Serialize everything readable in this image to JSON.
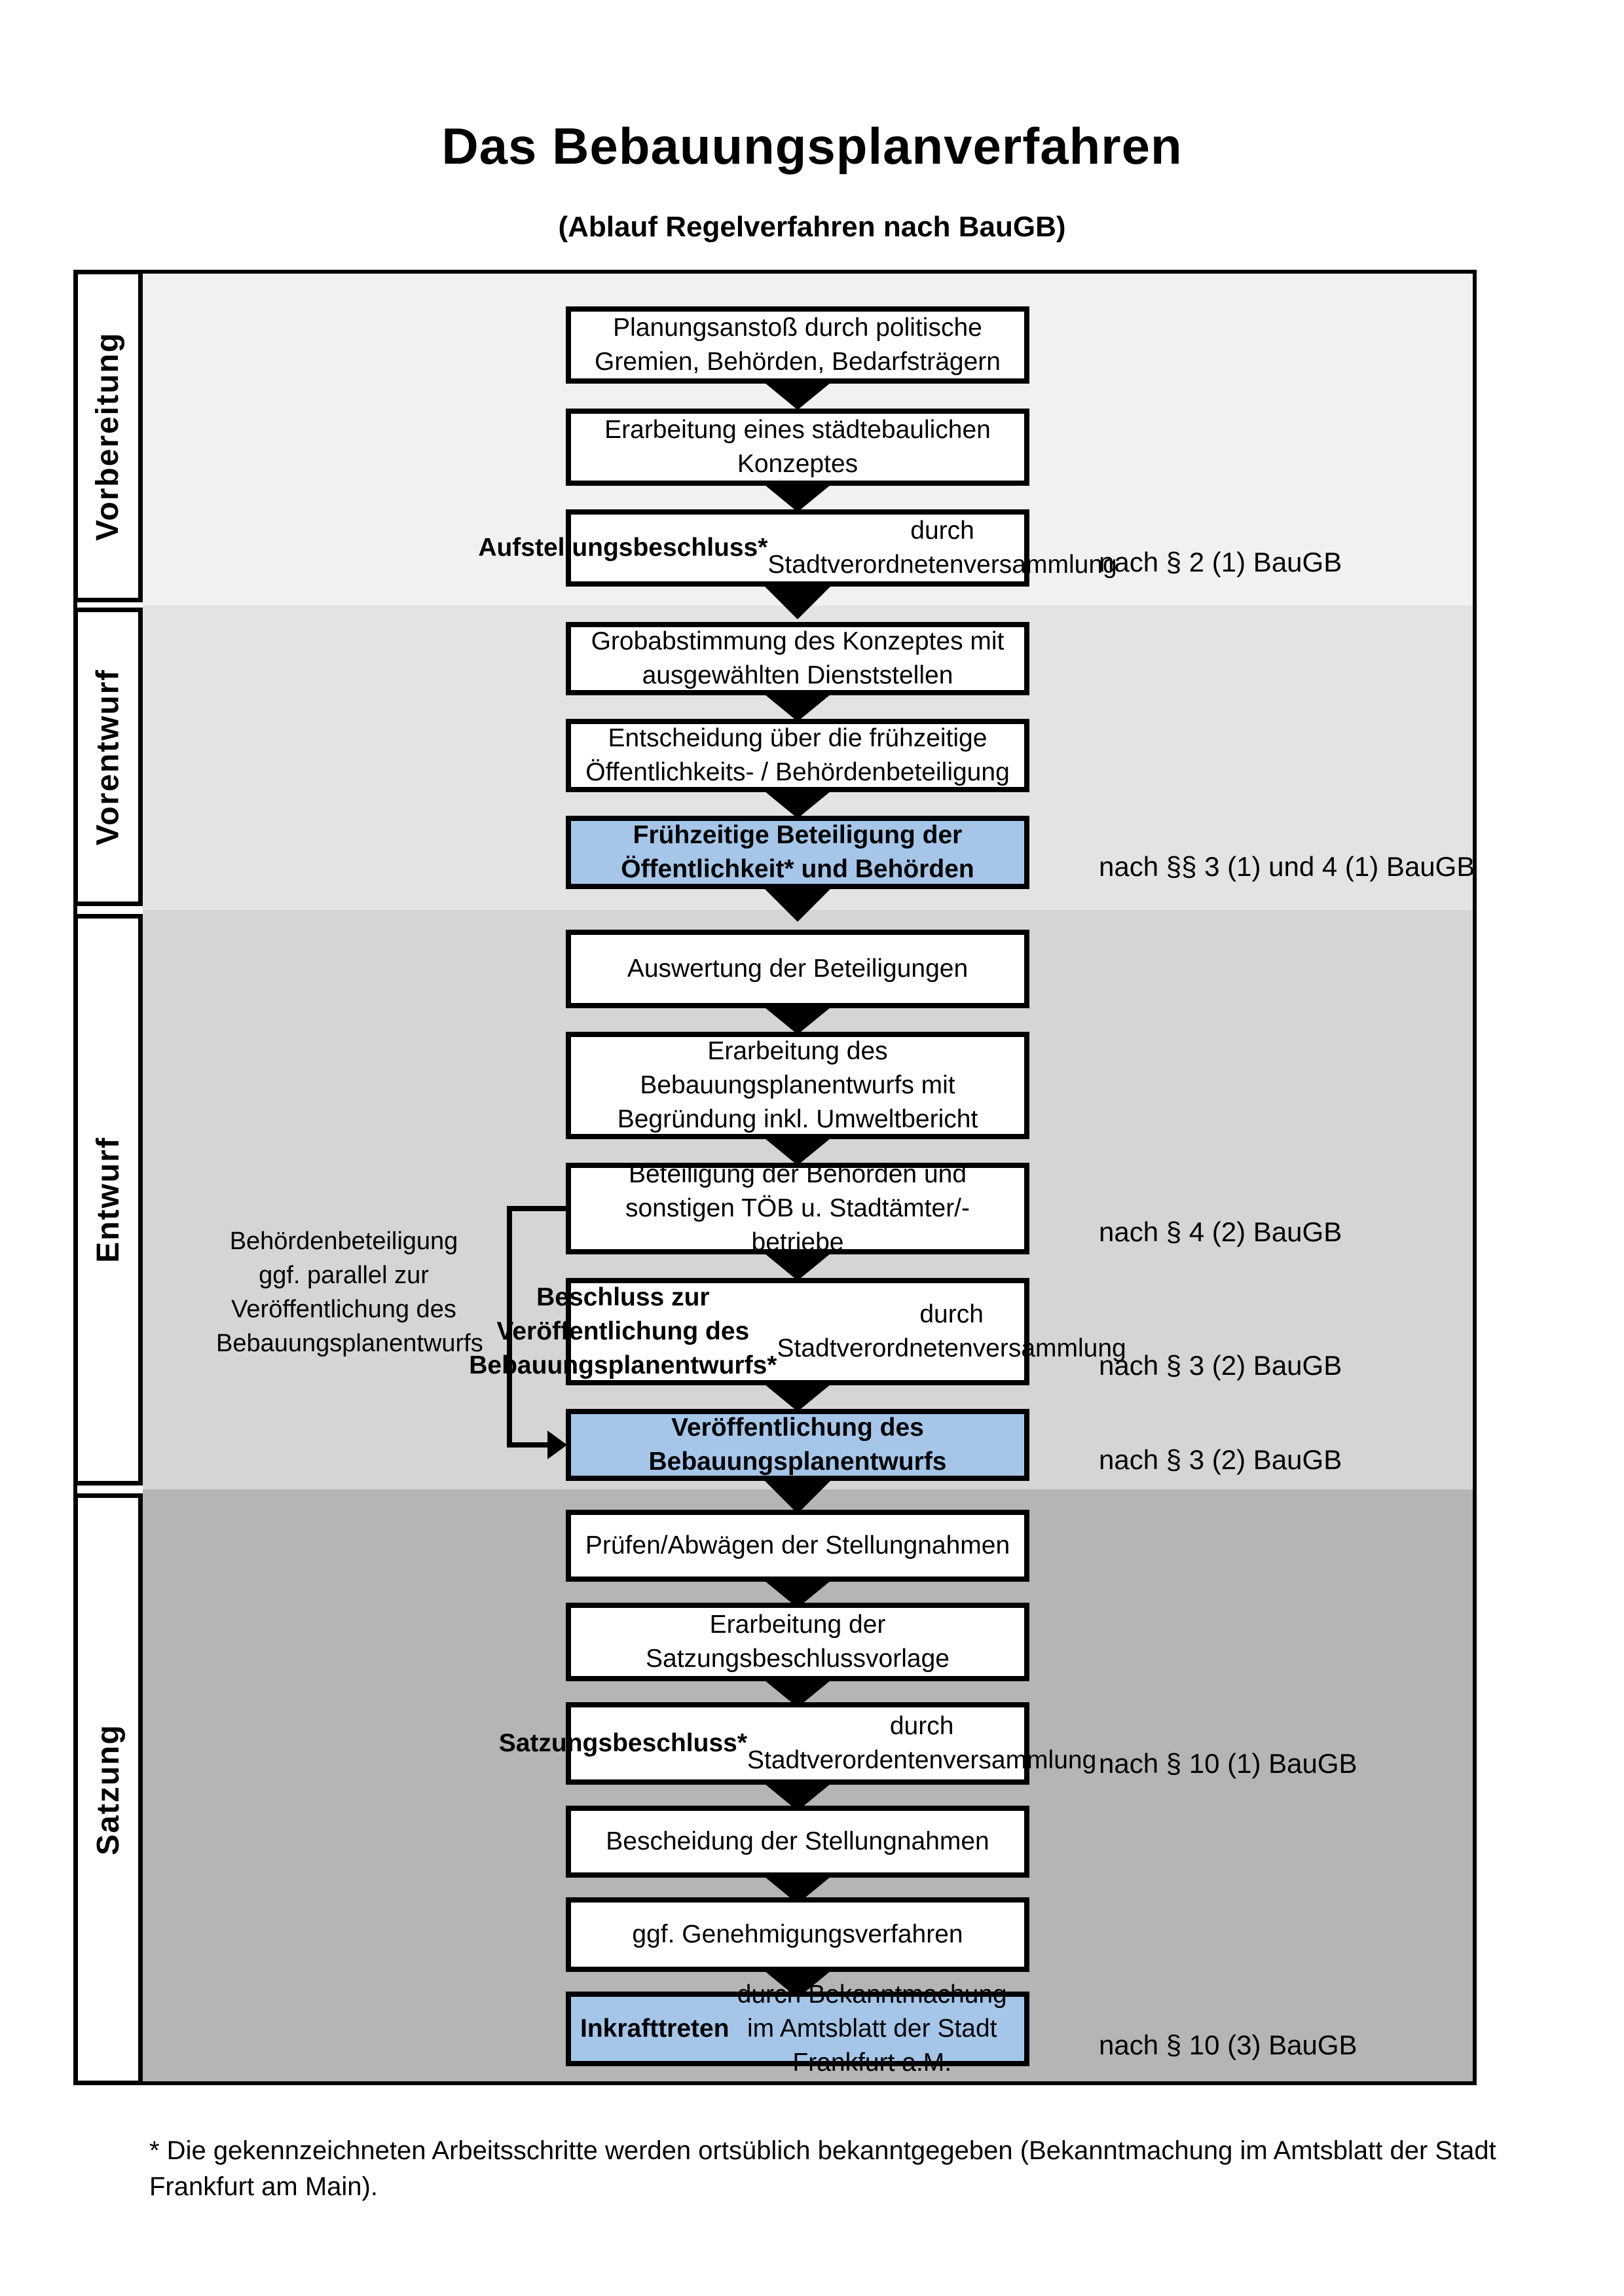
{
  "page": {
    "title": "Das Bebauungsplanverfahren",
    "subtitle": "(Ablauf Regelverfahren nach BauGB)",
    "footnote": "* Die gekennzeichneten Arbeitsschritte werden ortsüblich bekanntgegeben (Bekanntmachung im Amtsblatt  der Stadt\nFrankfurt am Main)."
  },
  "colors": {
    "highlight_blue": "#a5c6e9",
    "phase_band_1": "#f1f1f1",
    "phase_band_2": "#e3e3e3",
    "phase_band_3": "#d5d5d5",
    "phase_band_4": "#b5b5b5",
    "box_border": "#000000",
    "box_bg": "#ffffff"
  },
  "phases": [
    {
      "label": "Vorbereitung"
    },
    {
      "label": "Vorentwurf"
    },
    {
      "label": "Entwurf"
    },
    {
      "label": "Satzung"
    }
  ],
  "steps": [
    {
      "bold": "",
      "rest": "Planungsanstoß durch politische\nGremien, Behörden, Bedarfsträgern"
    },
    {
      "bold": "",
      "rest": "Erarbeitung eines städtebaulichen\nKonzeptes"
    },
    {
      "bold": "Aufstellungsbeschluss*",
      "rest": " durch\nStadtverordnetenversammlung"
    },
    {
      "bold": "",
      "rest": "Grobabstimmung des Konzeptes mit\nausgewählten Dienststellen"
    },
    {
      "bold": "",
      "rest": "Entscheidung über die frühzeitige\nÖffentlichkeits- / Behördenbeteiligung"
    },
    {
      "bold": "Frühzeitige Beteiligung der\nÖffentlichkeit* und Behörden",
      "rest": ""
    },
    {
      "bold": "",
      "rest": "Auswertung der Beteiligungen"
    },
    {
      "bold": "",
      "rest": "Erarbeitung des\nBebauungsplanentwurfs mit\nBegründung inkl. Umweltbericht"
    },
    {
      "bold": "",
      "rest": "Beteiligung der Behörden und\nsonstigen TÖB u. Stadtämter/-betriebe"
    },
    {
      "bold": "Beschluss zur Veröffentlichung des\nBebauungsplanentwurfs*",
      "rest": " durch\nStadtverordnetenversammlung"
    },
    {
      "bold": "Veröffentlichung des\nBebauungsplanentwurfs",
      "rest": ""
    },
    {
      "bold": "",
      "rest": "Prüfen/Abwägen der Stellungnahmen"
    },
    {
      "bold": "",
      "rest": "Erarbeitung der\nSatzungsbeschlussvorlage"
    },
    {
      "bold": "Satzungsbeschluss*",
      "rest": " durch\nStadtverordentenversammlung"
    },
    {
      "bold": "",
      "rest": "Bescheidung der Stellungnahmen"
    },
    {
      "bold": "",
      "rest": "ggf. Genehmigungsverfahren"
    },
    {
      "bold": "Inkrafttreten",
      "rest": " durch Bekanntmachung\nim Amtsblatt der Stadt Frankfurt a.M."
    }
  ],
  "legal_refs": [
    {
      "text": "nach § 2 (1) BauGB"
    },
    {
      "text": "nach §§ 3 (1) und 4 (1) BauGB"
    },
    {
      "text": "nach § 4 (2) BauGB"
    },
    {
      "text": "nach § 3 (2) BauGB"
    },
    {
      "text": "nach § 3 (2) BauGB"
    },
    {
      "text": "nach § 10 (1) BauGB"
    },
    {
      "text": "nach § 10 (3) BauGB"
    }
  ],
  "side_note": {
    "text": "Behördenbeteiligung\nggf. parallel zur\nVeröffentlichung des\nBebauungsplanentwurfs"
  }
}
